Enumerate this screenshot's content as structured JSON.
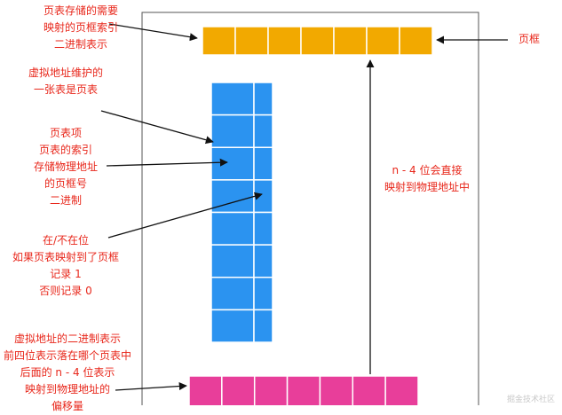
{
  "annotations": {
    "page_table_storage": [
      "页表存储的需要",
      "映射的页框索引",
      "二进制表示"
    ],
    "page_frame": [
      "页框"
    ],
    "virtual_address_table": [
      "虚拟地址维护的",
      "一张表是页表"
    ],
    "page_table_entry": [
      "页表项",
      "页表的索引",
      "存储物理地址",
      "的页框号",
      "二进制"
    ],
    "present_bit": [
      "在/不在位",
      "如果页表映射到了页框",
      "记录 1",
      "否则记录 0"
    ],
    "direct_mapping": [
      "n - 4 位会直接",
      "映射到物理地址中"
    ],
    "virtual_address_binary": [
      "虚拟地址的二进制表示",
      "前四位表示落在哪个页表中",
      "后面的 n - 4 位表示",
      "映射到物理地址的",
      "偏移量"
    ]
  },
  "watermark": "掘金技术社区",
  "colors": {
    "frame_cells": "#f2a900",
    "table_cells": "#2b93f0",
    "address_cells": "#e83e9a",
    "text": "#e8271b",
    "arrow": "#111111"
  },
  "structure": {
    "page_frame_cells": 7,
    "page_table_rows": 8,
    "page_table_cols": 2,
    "address_cells": 7
  }
}
